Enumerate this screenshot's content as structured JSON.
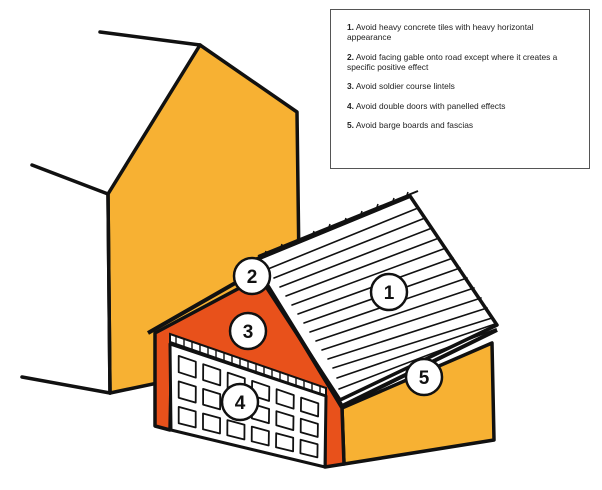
{
  "legend": {
    "items": [
      {
        "number": "1.",
        "text": "Avoid heavy concrete tiles with heavy horizontal appearance"
      },
      {
        "number": "2.",
        "text": "Avoid facing gable onto road except where it creates a specific positive effect"
      },
      {
        "number": "3.",
        "text": "Avoid soldier course lintels"
      },
      {
        "number": "4.",
        "text": "Avoid double doors with panelled effects"
      },
      {
        "number": "5.",
        "text": "Avoid barge boards and fascias"
      }
    ]
  },
  "markers": [
    "1",
    "2",
    "3",
    "4",
    "5"
  ],
  "colors": {
    "wall_orange": "#F7B133",
    "gable_red": "#E8511B",
    "outline": "#111111",
    "roof": "#FFFFFF"
  }
}
